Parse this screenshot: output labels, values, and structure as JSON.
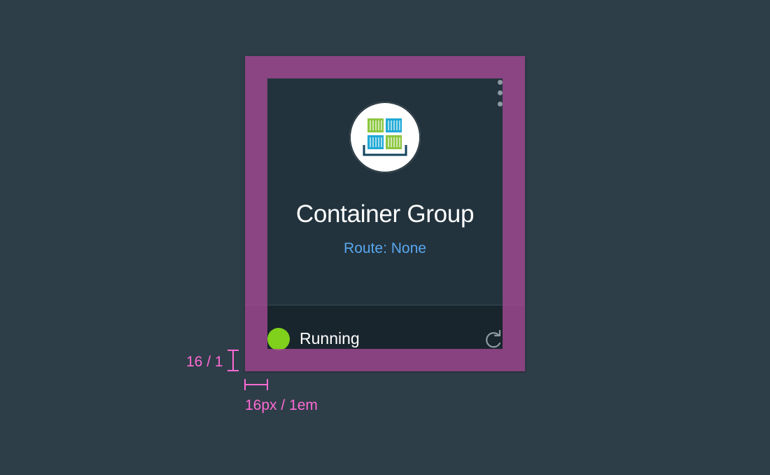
{
  "tile": {
    "title": "Container Group",
    "route": "Route: None",
    "status": "Running",
    "icon": "container-group-icon",
    "menu_icon": "kebab-menu-icon",
    "restart_icon": "restart-icon"
  },
  "annotations": {
    "vertical_spacing_label": "16 / 1",
    "horizontal_spacing_label": "16px / 1em"
  },
  "colors": {
    "background": "#2e3e48",
    "tile": "#22333d",
    "tile_footer": "#19252d",
    "padding_overlay": "#a84a96",
    "route_text": "#5aa6ef",
    "status_running": "#7fd11b",
    "annotation": "#ff6ad5",
    "container_green": "#8cc63f",
    "container_blue": "#1fa9d6",
    "container_base": "#12445c"
  }
}
